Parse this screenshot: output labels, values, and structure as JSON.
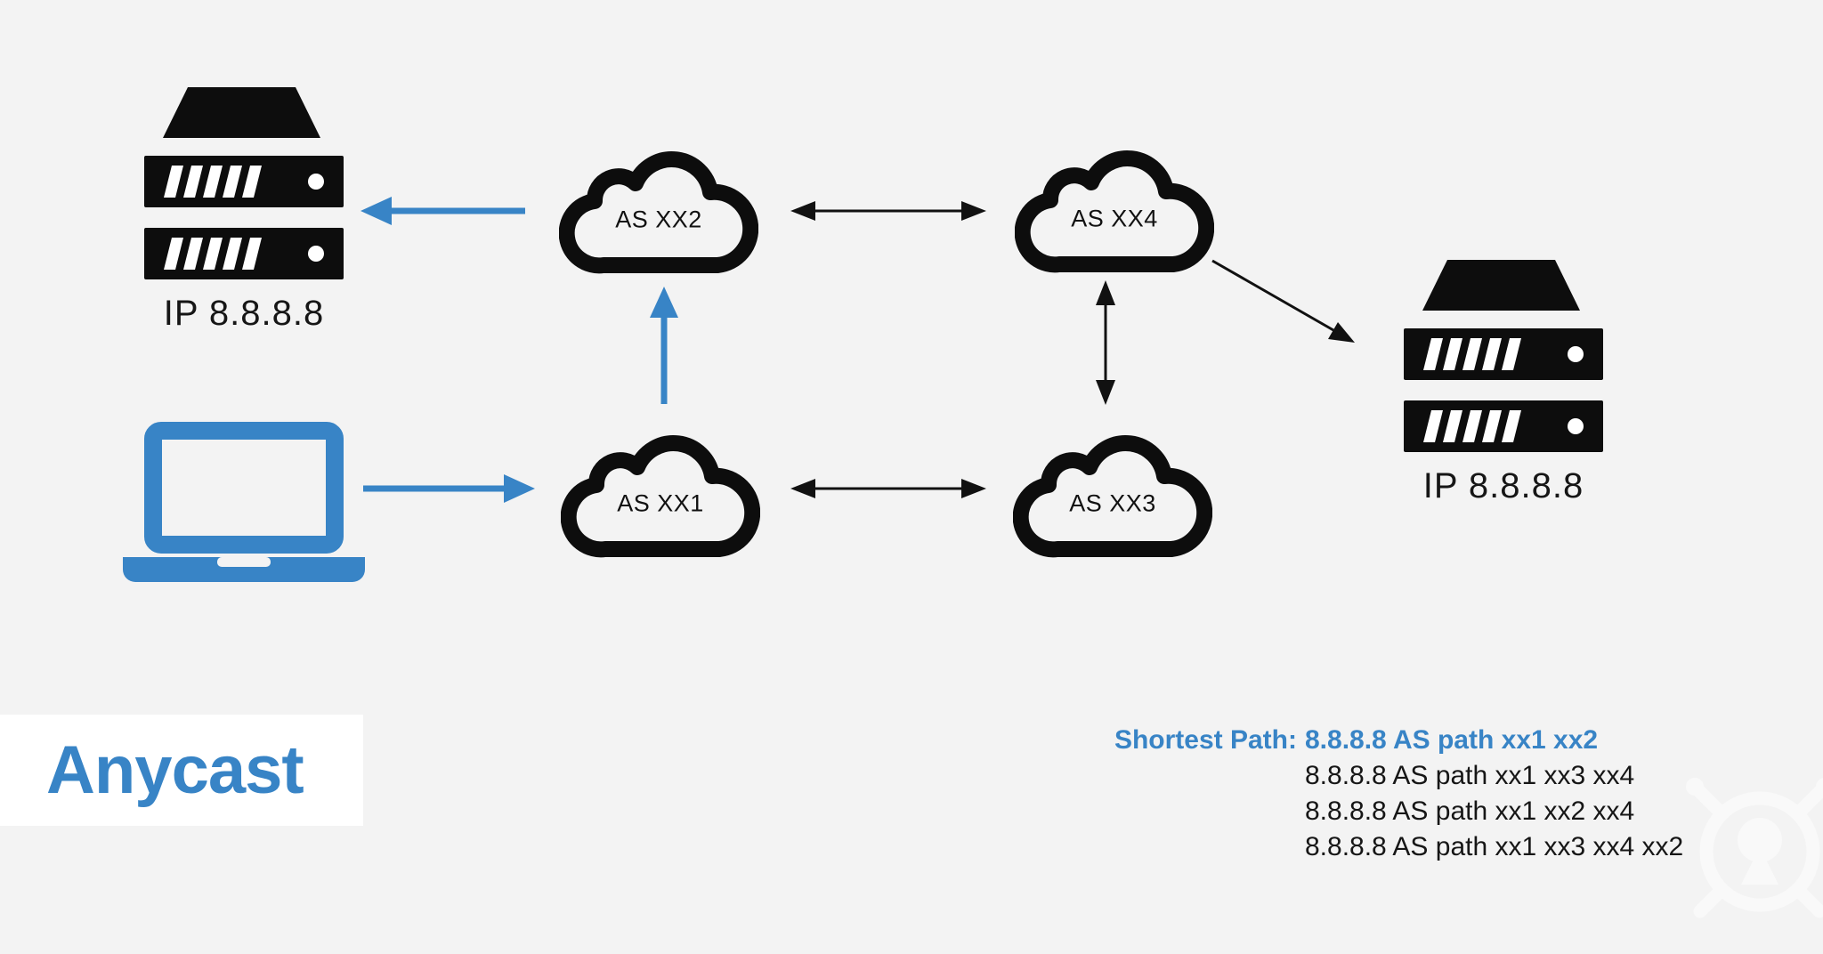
{
  "page": {
    "background": "#f3f3f3",
    "accent_blue": "#3884c6",
    "ink_black": "#111111",
    "panel_white": "#ffffff"
  },
  "title_panel": {
    "label": "Anycast"
  },
  "devices": {
    "server_left": {
      "caption": "IP 8.8.8.8"
    },
    "server_right": {
      "caption": "IP 8.8.8.8"
    },
    "client_laptop": {
      "name": "laptop"
    }
  },
  "clouds": [
    {
      "id": "as-xx2",
      "label": "AS XX2"
    },
    {
      "id": "as-xx4",
      "label": "AS XX4"
    },
    {
      "id": "as-xx1",
      "label": "AS XX1"
    },
    {
      "id": "as-xx3",
      "label": "AS XX3"
    }
  ],
  "routes": {
    "shortest_label": "Shortest Path:",
    "shortest_value": "8.8.8.8 AS path xx1 xx2",
    "alternatives": [
      "8.8.8.8 AS path xx1 xx3 xx4",
      "8.8.8.8 AS path xx1 xx2 xx4",
      "8.8.8.8 AS path xx1 xx3 xx4 xx2"
    ]
  }
}
